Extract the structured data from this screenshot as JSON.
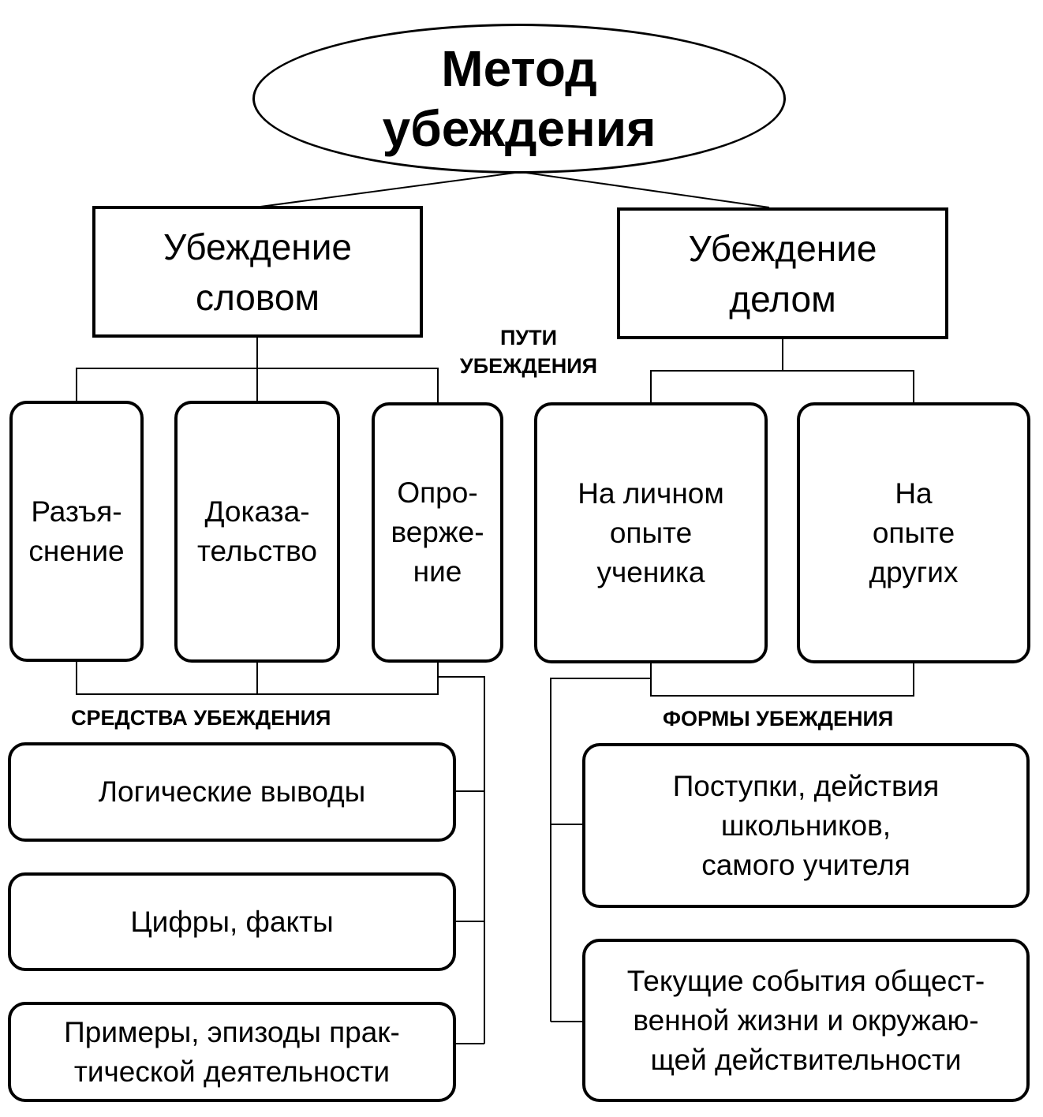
{
  "root": {
    "title": "Метод\nубеждения"
  },
  "branches": [
    {
      "title": "Убеждение\nсловом"
    },
    {
      "title": "Убеждение\nделом"
    }
  ],
  "labels": {
    "paths": "ПУТИ\nУБЕЖДЕНИЯ",
    "means": "СРЕДСТВА УБЕЖДЕНИЯ",
    "forms": "ФОРМЫ УБЕЖДЕНИЯ"
  },
  "paths_word": [
    {
      "text": "Разъя-\nснение"
    },
    {
      "text": "Доказа-\nтельство"
    },
    {
      "text": "Опро-\nверже-\nние"
    }
  ],
  "paths_deed": [
    {
      "text": "На личном\nопыте\nученика"
    },
    {
      "text": "На\nопыте\nдругих"
    }
  ],
  "means": [
    {
      "text": "Логические выводы"
    },
    {
      "text": "Цифры, факты"
    },
    {
      "text": "Примеры, эпизоды прак-\nтической деятельности"
    }
  ],
  "forms": [
    {
      "text": "Поступки, действия\nшкольников,\nсамого учителя"
    },
    {
      "text": "Текущие события общест-\nвенной жизни и окружаю-\nщей действительности"
    }
  ]
}
